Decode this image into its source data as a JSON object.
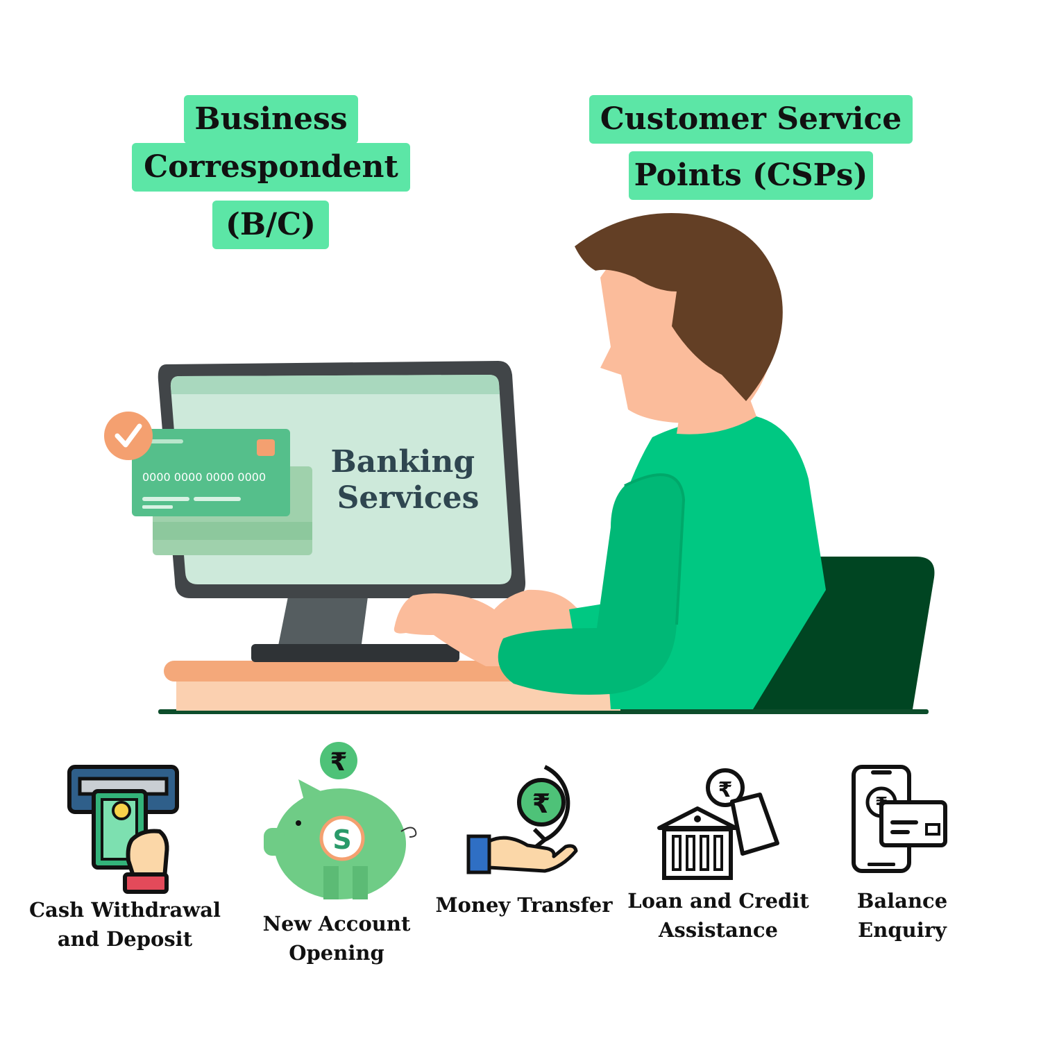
{
  "labels": {
    "business_correspondent": [
      "Business",
      "Correspondent",
      "(B/C)"
    ],
    "customer_service_points": [
      "Customer Service",
      "Points (CSPs)"
    ]
  },
  "screen": {
    "title_lines": [
      "Banking",
      "Services"
    ],
    "card_number": "0000 0000 0000 0000"
  },
  "services": [
    {
      "icon": "atm-cash-icon",
      "lines": [
        "Cash Withdrawal",
        "and Deposit"
      ]
    },
    {
      "icon": "piggy-bank-icon",
      "lines": [
        "New Account",
        "Opening"
      ]
    },
    {
      "icon": "hand-money-transfer-icon",
      "lines": [
        "Money Transfer"
      ]
    },
    {
      "icon": "bank-loan-icon",
      "lines": [
        "Loan and Credit",
        "Assistance"
      ]
    },
    {
      "icon": "mobile-balance-icon",
      "lines": [
        "Balance",
        "Enquiry"
      ]
    }
  ],
  "currency_symbol": "₹",
  "colors": {
    "tag_green": "#5ce6a6",
    "shirt_green": "#00c882",
    "chair_dark": "#004522",
    "card_green": "#55bf8b",
    "screen_bg": "#cde9da",
    "monitor_frame": "#414548",
    "desk_top": "#f4a87a",
    "desk_front": "#fbd0b0",
    "hair": "#633f25",
    "skin": "#fbbc9b",
    "check_orange": "#f4a070"
  }
}
